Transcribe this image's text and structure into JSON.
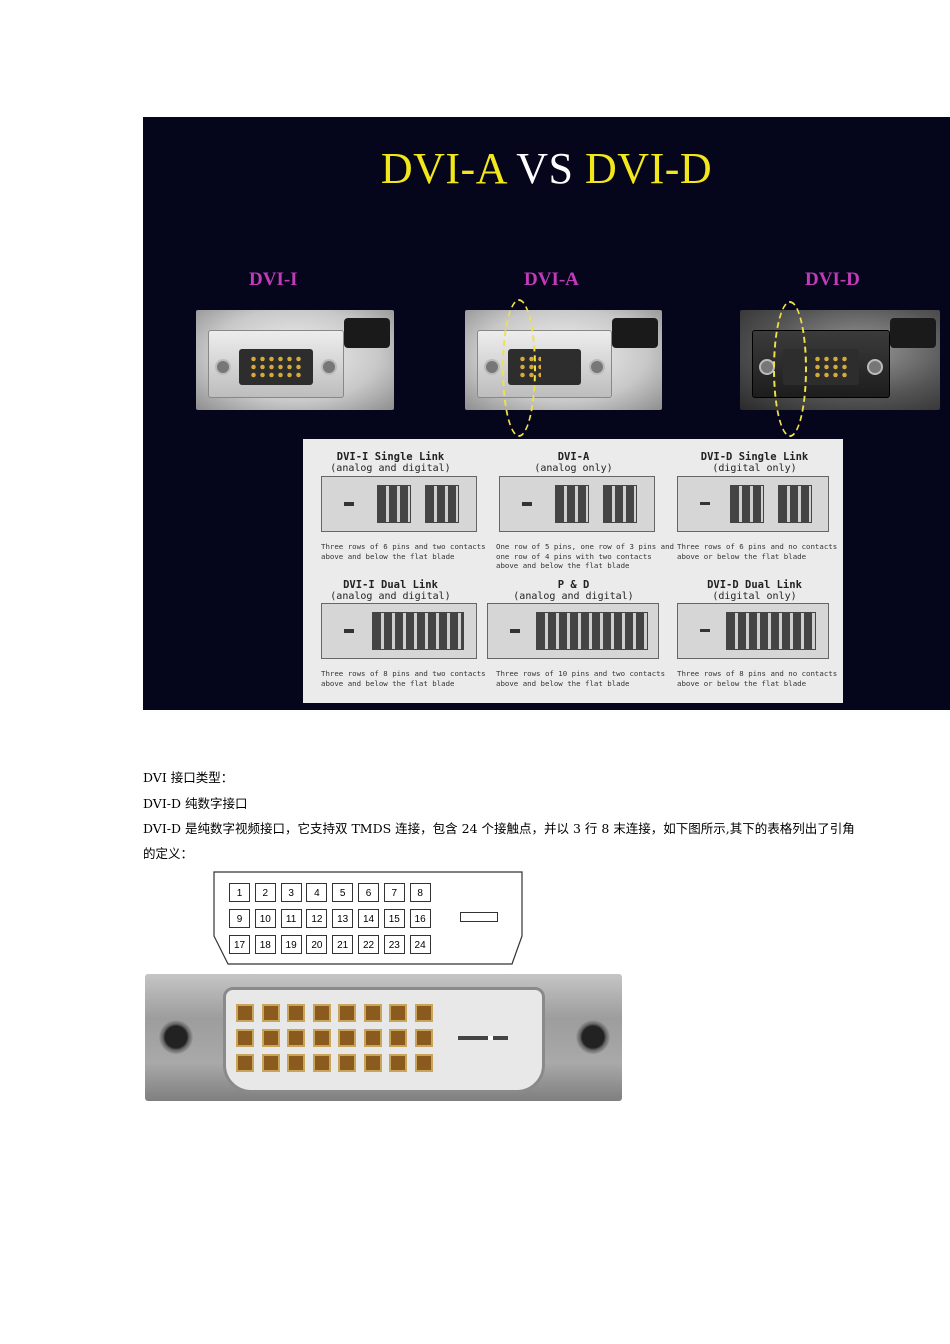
{
  "slide": {
    "title_left": "DVI-A",
    "title_vs": "VS",
    "title_right": "DVI-D",
    "labels": [
      "DVI-I",
      "DVI-A",
      "DVI-D"
    ],
    "label_color": "#c13ab8",
    "title_color": "#f2e71a",
    "background": "#05051c",
    "table": [
      {
        "title": "DVI-I Single Link",
        "subtitle": "(analog and digital)",
        "caption": "Three rows of 6 pins and two contacts above and below the flat blade"
      },
      {
        "title": "DVI-A",
        "subtitle": "(analog only)",
        "caption": "One row of 5 pins, one row of 3 pins and one row of 4 pins with two contacts above and below the flat blade"
      },
      {
        "title": "DVI-D Single Link",
        "subtitle": "(digital only)",
        "caption": "Three rows of 6 pins and no contacts above or below the flat blade"
      },
      {
        "title": "DVI-I Dual Link",
        "subtitle": "(analog and digital)",
        "caption": "Three rows of 8 pins and two contacts above and below the flat blade"
      },
      {
        "title": "P & D",
        "subtitle": "(analog and digital)",
        "caption": "Three rows of 10 pins and two contacts above and below the flat blade"
      },
      {
        "title": "DVI-D Dual Link",
        "subtitle": "(digital only)",
        "caption": "Three rows of 8 pins and no contacts above or below the flat blade"
      }
    ]
  },
  "text": {
    "line1": "DVI 接口类型：",
    "line2": "DVI-D 纯数字接口",
    "line3": "DVI-D 是纯数字视频接口，它支持双 TMDS 连接，包含 24 个接触点，并以 3 行 8 末连接，如下图所示,其下的表格列出了引角",
    "line4": "的定义："
  },
  "pins": [
    "1",
    "2",
    "3",
    "4",
    "5",
    "6",
    "7",
    "8",
    "9",
    "10",
    "11",
    "12",
    "13",
    "14",
    "15",
    "16",
    "17",
    "18",
    "19",
    "20",
    "21",
    "22",
    "23",
    "24"
  ]
}
